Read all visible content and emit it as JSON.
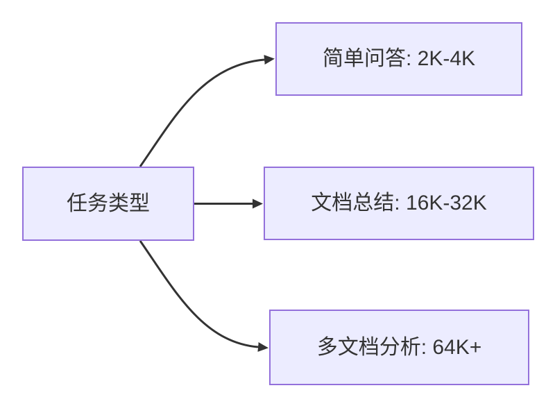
{
  "diagram": {
    "type": "flowchart-lr",
    "colors": {
      "background": "#FFFFFF",
      "node_fill": "#ECECFF",
      "node_border": "#9370DB",
      "edge": "#333333",
      "text": "#333333"
    },
    "nodes": [
      {
        "id": "task-type",
        "label": "任务类型"
      },
      {
        "id": "simple-qa",
        "label": "简单问答: 2K-4K"
      },
      {
        "id": "doc-summary",
        "label": "文档总结: 16K-32K"
      },
      {
        "id": "multi-doc",
        "label": "多文档分析: 64K+"
      }
    ],
    "edges": [
      {
        "from": "task-type",
        "to": "simple-qa"
      },
      {
        "from": "task-type",
        "to": "doc-summary"
      },
      {
        "from": "task-type",
        "to": "multi-doc"
      }
    ]
  }
}
